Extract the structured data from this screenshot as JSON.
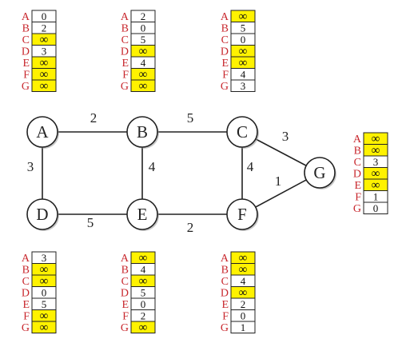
{
  "colors": {
    "label": "#c8262c",
    "infinity_cell": "#fff200",
    "finite_cell": "#ffffff",
    "edge": "#222222",
    "node_fill": "#ffffff"
  },
  "row_labels": [
    "A",
    "B",
    "C",
    "D",
    "E",
    "F",
    "G"
  ],
  "nodes": [
    {
      "id": "A",
      "label": "A"
    },
    {
      "id": "B",
      "label": "B"
    },
    {
      "id": "C",
      "label": "C"
    },
    {
      "id": "D",
      "label": "D"
    },
    {
      "id": "E",
      "label": "E"
    },
    {
      "id": "F",
      "label": "F"
    },
    {
      "id": "G",
      "label": "G"
    }
  ],
  "edges": [
    {
      "from": "A",
      "to": "B",
      "weight": "2"
    },
    {
      "from": "B",
      "to": "C",
      "weight": "5"
    },
    {
      "from": "A",
      "to": "D",
      "weight": "3"
    },
    {
      "from": "B",
      "to": "E",
      "weight": "4"
    },
    {
      "from": "C",
      "to": "F",
      "weight": "4"
    },
    {
      "from": "D",
      "to": "E",
      "weight": "5"
    },
    {
      "from": "E",
      "to": "F",
      "weight": "2"
    },
    {
      "from": "C",
      "to": "G",
      "weight": "3"
    },
    {
      "from": "F",
      "to": "G",
      "weight": "1"
    }
  ],
  "distance_tables": [
    {
      "node": "A",
      "values": [
        "0",
        "2",
        "∞",
        "3",
        "∞",
        "∞",
        "∞"
      ]
    },
    {
      "node": "B",
      "values": [
        "2",
        "0",
        "5",
        "∞",
        "4",
        "∞",
        "∞"
      ]
    },
    {
      "node": "C",
      "values": [
        "∞",
        "5",
        "0",
        "∞",
        "∞",
        "4",
        "3"
      ]
    },
    {
      "node": "D",
      "values": [
        "3",
        "∞",
        "∞",
        "0",
        "5",
        "∞",
        "∞"
      ]
    },
    {
      "node": "E",
      "values": [
        "∞",
        "4",
        "∞",
        "5",
        "0",
        "2",
        "∞"
      ]
    },
    {
      "node": "F",
      "values": [
        "∞",
        "∞",
        "4",
        "∞",
        "2",
        "0",
        "1"
      ]
    },
    {
      "node": "G",
      "values": [
        "∞",
        "∞",
        "3",
        "∞",
        "∞",
        "1",
        "0"
      ]
    }
  ]
}
